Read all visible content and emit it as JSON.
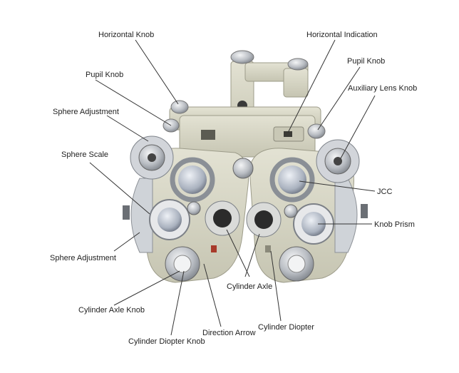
{
  "labels": {
    "horizontal_knob": "Horizontal Knob",
    "horizontal_indication": "Horizontal Indication",
    "pupil_knob_left": "Pupil Knob",
    "pupil_knob_right": "Pupil Knob",
    "auxiliary_lens_knob": "Auxiliary Lens Knob",
    "sphere_adjustment_top": "Sphere Adjustment",
    "sphere_scale": "Sphere Scale",
    "jcc": "JCC",
    "knob_prism": "Knob Prism",
    "sphere_adjustment_bottom": "Sphere Adjustment",
    "cylinder_axle": "Cylinder Axle",
    "cylinder_axle_knob": "Cylinder Axle Knob",
    "direction_arrow": "Direction Arrow",
    "cylinder_diopter": "Cylinder Diopter",
    "cylinder_diopter_knob": "Cylinder Diopter Knob"
  },
  "colors": {
    "body": "#d9d8c8",
    "body_shadow": "#b9b8a6",
    "metal": "#c9ccd0",
    "dark": "#2a2a2a",
    "lens_glass": "#8e97a6"
  }
}
